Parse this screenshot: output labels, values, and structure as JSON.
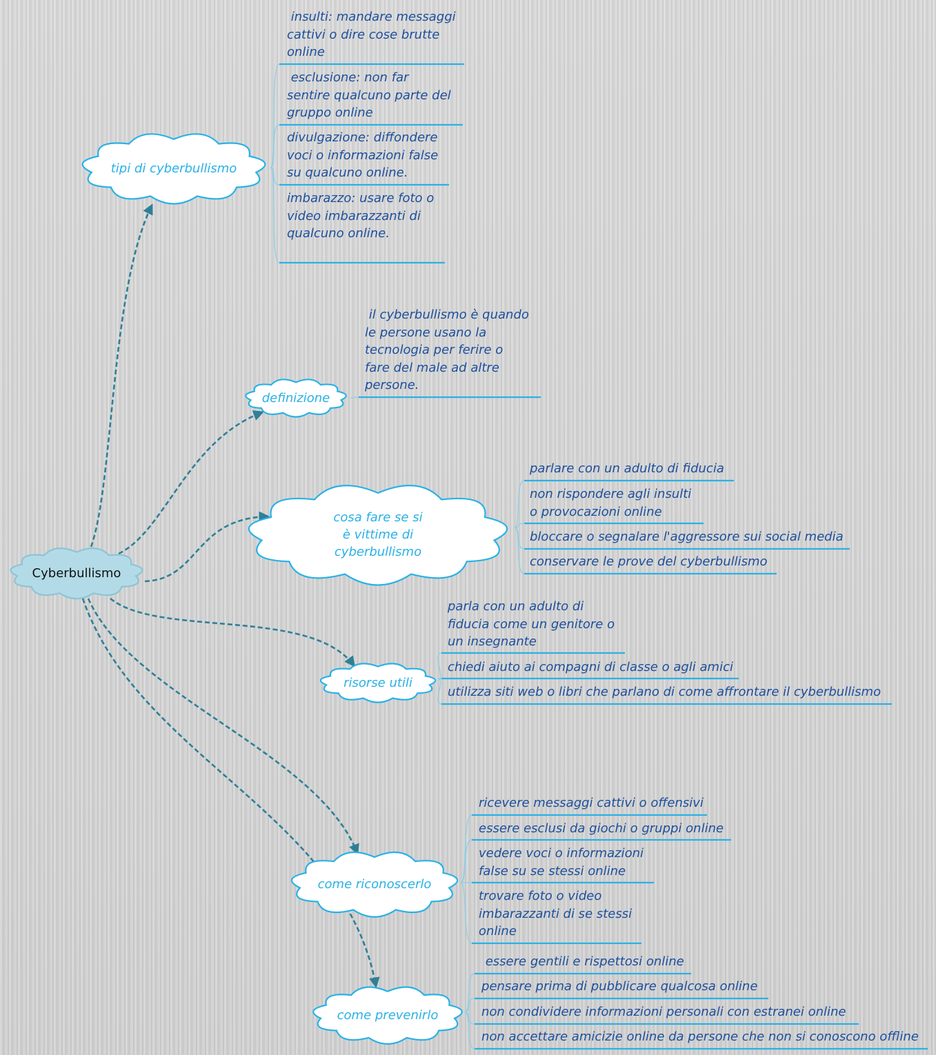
{
  "root": {
    "label": "Cyberbullismo"
  },
  "branches": [
    {
      "id": "tipi",
      "label": "tipi di cyberbullismo",
      "items": [
        " insulti: mandare messaggi\ncattivi o dire cose brutte\nonline",
        " esclusione: non far\nsentire qualcuno parte del\ngruppo online",
        "divulgazione: diffondere\nvoci o informazioni false\nsu qualcuno online.",
        "imbarazzo: usare foto o\nvideo imbarazzanti di\nqualcuno online."
      ]
    },
    {
      "id": "definizione",
      "label": "definizione",
      "items": [
        " il cyberbullismo è quando\nle persone usano la\ntecnologia per ferire o\nfare del male ad altre\npersone."
      ]
    },
    {
      "id": "cosafare",
      "label": "cosa fare se si\nè vittime di\ncyberbullismo",
      "items": [
        "parlare con un adulto di fiducia",
        "non rispondere agli insulti\no provocazioni online",
        "bloccare o segnalare l'aggressore sui social media",
        "conservare le prove del cyberbullismo"
      ]
    },
    {
      "id": "risorse",
      "label": "risorse utili",
      "items": [
        "parla con un adulto di\nfiducia come un genitore o\nun insegnante",
        "chiedi aiuto ai compagni di classe o agli amici",
        "utilizza siti web o libri che parlano di come affrontare il cyberbullismo"
      ]
    },
    {
      "id": "riconoscere",
      "label": "come riconoscerlo",
      "items": [
        "ricevere messaggi cattivi o offensivi",
        "essere esclusi da giochi o gruppi online",
        "vedere voci o informazioni\nfalse su se stessi online",
        "trovare foto o video\nimbarazzanti di se stessi\nonline"
      ]
    },
    {
      "id": "prevenire",
      "label": "come prevenirlo",
      "items": [
        " essere gentili e rispettosi online",
        "pensare prima di pubblicare qualcosa online",
        "non condividere informazioni personali con estranei online",
        "non accettare amicizie online da persone che non si conoscono offline"
      ]
    }
  ],
  "colors": {
    "root_fill": "#b3dbe7",
    "root_stroke": "#8fc3d6",
    "cloud_fill": "#ffffff",
    "cloud_stroke": "#29b1e6",
    "connector": "#2f7f97",
    "underline": "#29b1e6",
    "branch_line": "#8ecfe6",
    "leaf_text": "#1c4f9c",
    "node_text": "#29b1e6"
  }
}
